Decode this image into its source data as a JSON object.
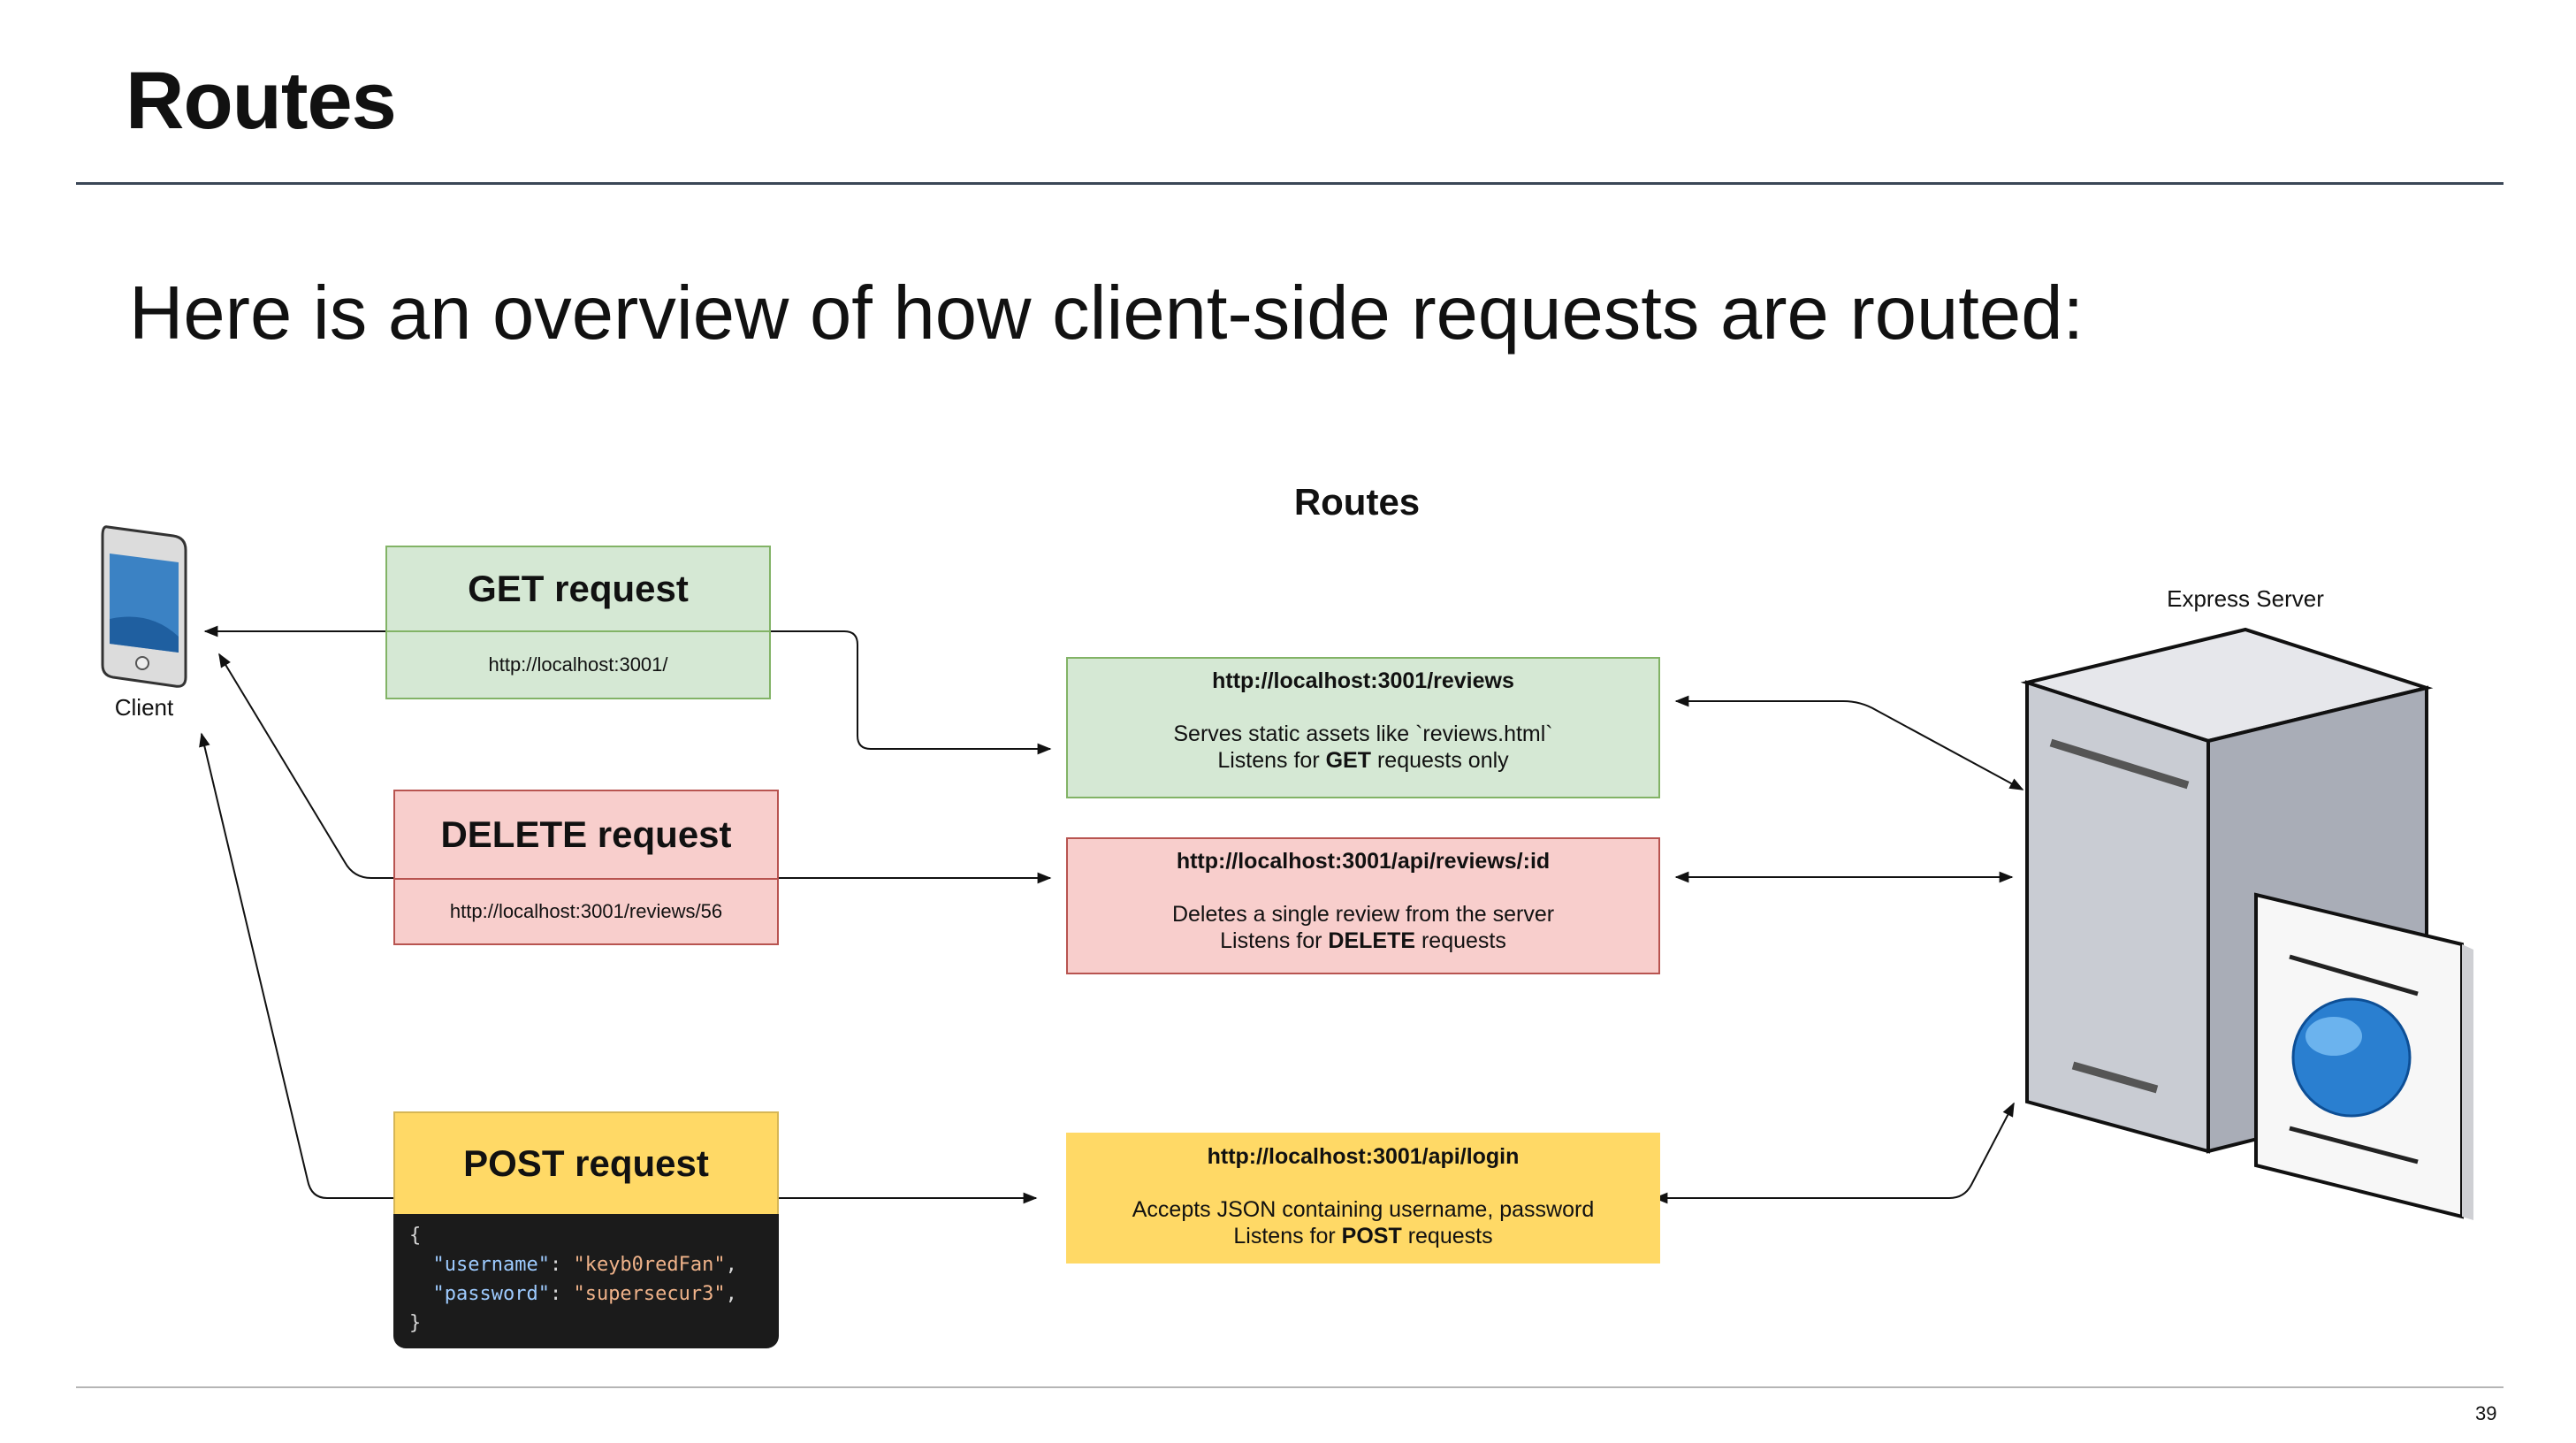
{
  "slide": {
    "title": "Routes",
    "subtitle": "Here is an overview of how client-side requests are routed:",
    "page_number": "39"
  },
  "diagram": {
    "heading": "Routes",
    "client_label": "Client",
    "server_label": "Express Server",
    "requests": {
      "get": {
        "title": "GET request",
        "url": "http://localhost:3001/"
      },
      "delete": {
        "title": "DELETE request",
        "url": "http://localhost:3001/reviews/56"
      },
      "post": {
        "title": "POST request",
        "code_open": "{",
        "code_key1": "\"username\"",
        "code_val1": "\"keyb0redFan\"",
        "code_key2": "\"password\"",
        "code_val2": "\"supersecur3\"",
        "code_close": "}"
      }
    },
    "routes": {
      "get": {
        "url": "http://localhost:3001/reviews",
        "line1": "Serves static assets like `reviews.html`",
        "line2_pre": "Listens for ",
        "line2_bold": "GET",
        "line2_post": " requests only"
      },
      "delete": {
        "url": "http://localhost:3001/api/reviews/:id",
        "line1": "Deletes a single review from the server",
        "line2_pre": "Listens for ",
        "line2_bold": "DELETE",
        "line2_post": " requests"
      },
      "post": {
        "url": "http://localhost:3001/api/login",
        "line1": "Accepts JSON containing username, password",
        "line2_pre": "Listens for ",
        "line2_bold": "POST",
        "line2_post": " requests"
      }
    },
    "colors": {
      "get_fill": "#d5e8d4",
      "delete_fill": "#f8cecc",
      "post_fill": "#ffd966",
      "phone_screen": "#3b82c4",
      "server_body": "#b9bcc6"
    },
    "icons": [
      "phone-icon",
      "server-icon",
      "globe-icon",
      "move-cursor-icon"
    ]
  }
}
